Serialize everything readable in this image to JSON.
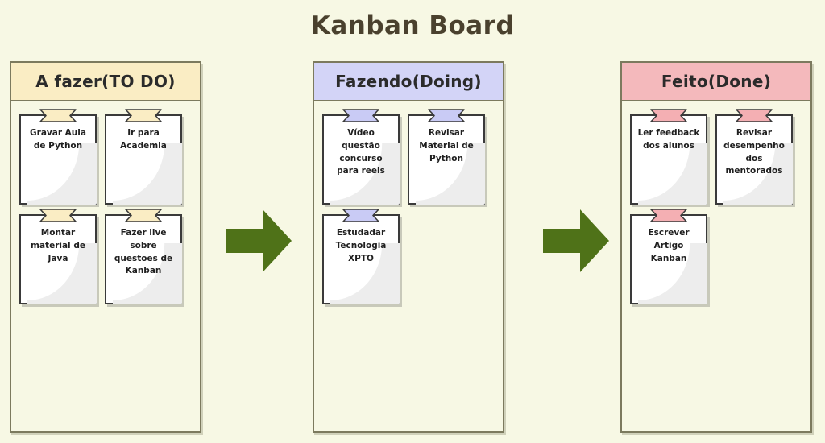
{
  "board": {
    "title": "Kanban Board",
    "background_color": "#F7F8E4",
    "title_color": "#4A412E"
  },
  "arrows": [
    {
      "name": "arrow-todo-to-doing",
      "color": "#4F7218",
      "direction": "right"
    },
    {
      "name": "arrow-doing-to-done",
      "color": "#4F7218",
      "direction": "right"
    }
  ],
  "columns": [
    {
      "id": "todo",
      "header": "A fazer(TO DO)",
      "header_color": "#FAEDC4",
      "ribbon_color": "#FAEDC4",
      "cards": [
        {
          "text": "Gravar Aula de Python"
        },
        {
          "text": "Ir para Academia"
        },
        {
          "text": "Montar material de Java"
        },
        {
          "text": "Fazer live sobre questões de Kanban"
        }
      ]
    },
    {
      "id": "doing",
      "header": "Fazendo(Doing)",
      "header_color": "#D3D4F7",
      "ribbon_color": "#C9CBF5",
      "cards": [
        {
          "text": "Vídeo questão concurso para reels"
        },
        {
          "text": "Revisar Material de Python"
        },
        {
          "text": "Estudadar Tecnologia XPTO"
        }
      ]
    },
    {
      "id": "done",
      "header": "Feito(Done)",
      "header_color": "#F4B9BC",
      "ribbon_color": "#F4AFB3",
      "cards": [
        {
          "text": "Ler feedback dos alunos"
        },
        {
          "text": "Revisar desempenho dos mentorados"
        },
        {
          "text": "Escrever Artigo Kanban"
        }
      ]
    }
  ]
}
